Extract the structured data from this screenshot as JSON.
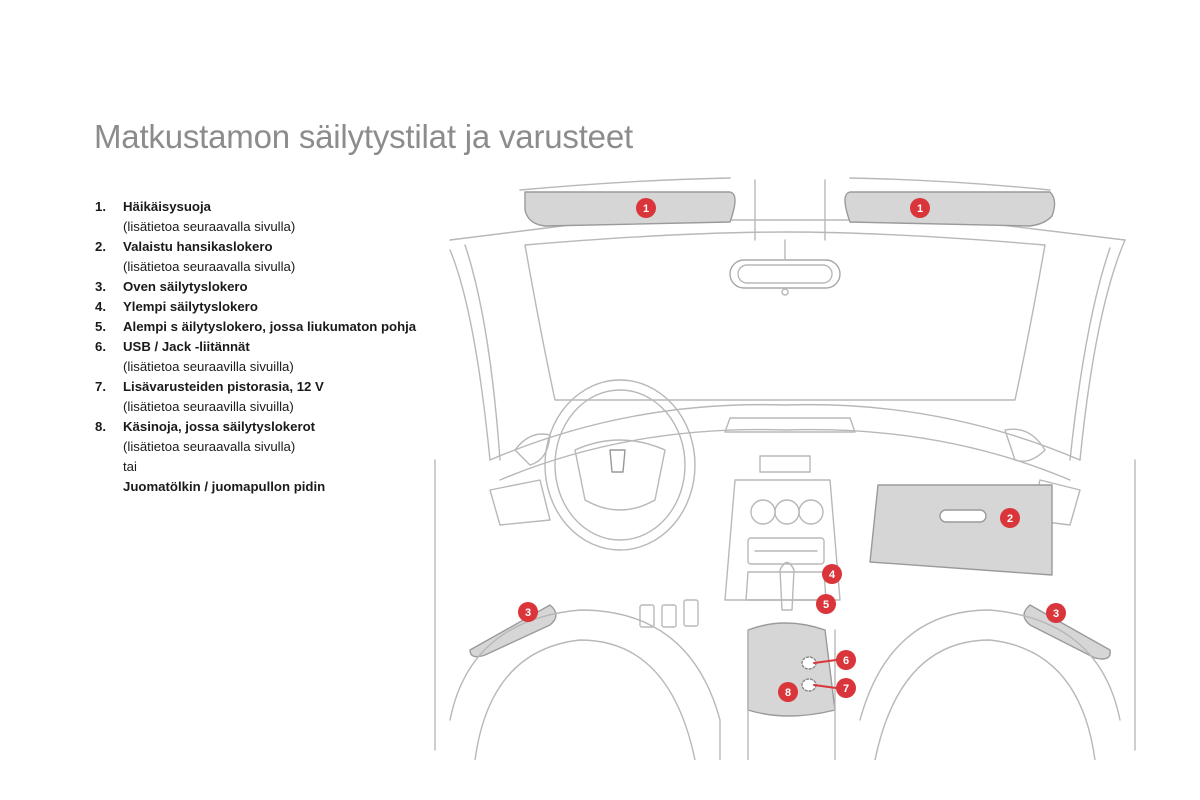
{
  "title": "Matkustamon säilytystilat ja varusteet",
  "items": [
    {
      "num": "1.",
      "label": "Häikäisysuoja",
      "note": "(lisätietoa seuraavalla sivulla)"
    },
    {
      "num": "2.",
      "label": "Valaistu hansikaslokero",
      "note": "(lisätietoa seuraavalla sivulla)"
    },
    {
      "num": "3.",
      "label": "Oven säilytyslokero"
    },
    {
      "num": "4.",
      "label": "Ylempi säilytyslokero"
    },
    {
      "num": "5.",
      "label": "Alempi s äilytyslokero, jossa liukumaton pohja"
    },
    {
      "num": "6.",
      "label": "USB / Jack -liitännät",
      "note": "(lisätietoa seuraavilla sivuilla)"
    },
    {
      "num": "7.",
      "label": "Lisävarusteiden pistorasia, 12 V",
      "note": "(lisätietoa seuraavilla sivuilla)"
    },
    {
      "num": "8.",
      "label": "Käsinoja, jossa säilytyslokerot",
      "note": "(lisätietoa seuraavalla sivulla)",
      "or": "tai",
      "alt": "Juomatölkin / juomapullon pidin"
    }
  ],
  "callouts": {
    "c1_left": "1",
    "c1_right": "1",
    "c2": "2",
    "c3_left": "3",
    "c3_right": "3",
    "c4": "4",
    "c5": "5",
    "c6": "6",
    "c7": "7",
    "c8": "8"
  },
  "colors": {
    "callout_red": "#d9353a",
    "highlight_gray": "#d6d6d6",
    "line_gray": "#b5b5b5",
    "title_gray": "#8c8c8c"
  }
}
